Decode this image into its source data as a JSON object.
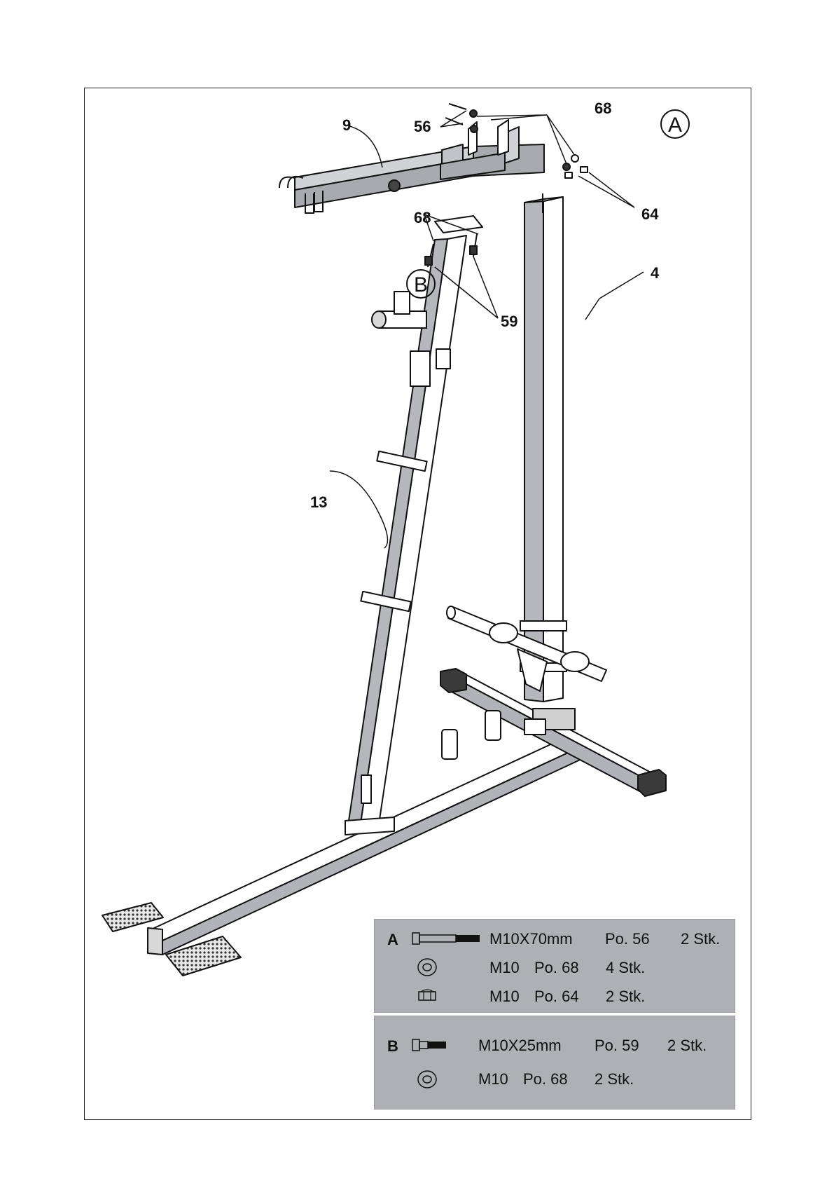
{
  "callouts": {
    "part_9": "9",
    "part_56": "56",
    "part_68_top": "68",
    "part_64": "64",
    "part_68_mid": "68",
    "part_59": "59",
    "part_4": "4",
    "part_13": "13",
    "step_a": "A",
    "step_b": "B"
  },
  "legend": {
    "a": {
      "letter": "A",
      "rows": [
        {
          "icon": "bolt-long-icon",
          "size": "M10X70mm",
          "pos": "Po. 56",
          "qty": "2 Stk."
        },
        {
          "icon": "washer-icon",
          "size": "M10",
          "pos": "Po. 68",
          "qty": "4 Stk."
        },
        {
          "icon": "nut-icon",
          "size": "M10",
          "pos": "Po. 64",
          "qty": "2 Stk."
        }
      ]
    },
    "b": {
      "letter": "B",
      "rows": [
        {
          "icon": "bolt-short-icon",
          "size": "M10X25mm",
          "pos": "Po. 59",
          "qty": "2 Stk."
        },
        {
          "icon": "washer-icon",
          "size": "M10",
          "pos": "Po. 68",
          "qty": "2 Stk."
        }
      ]
    }
  },
  "colors": {
    "tube_face": "#ffffff",
    "tube_shadow": "#a9abb0",
    "panel_bg": "#aeb0b5",
    "line": "#111111"
  }
}
